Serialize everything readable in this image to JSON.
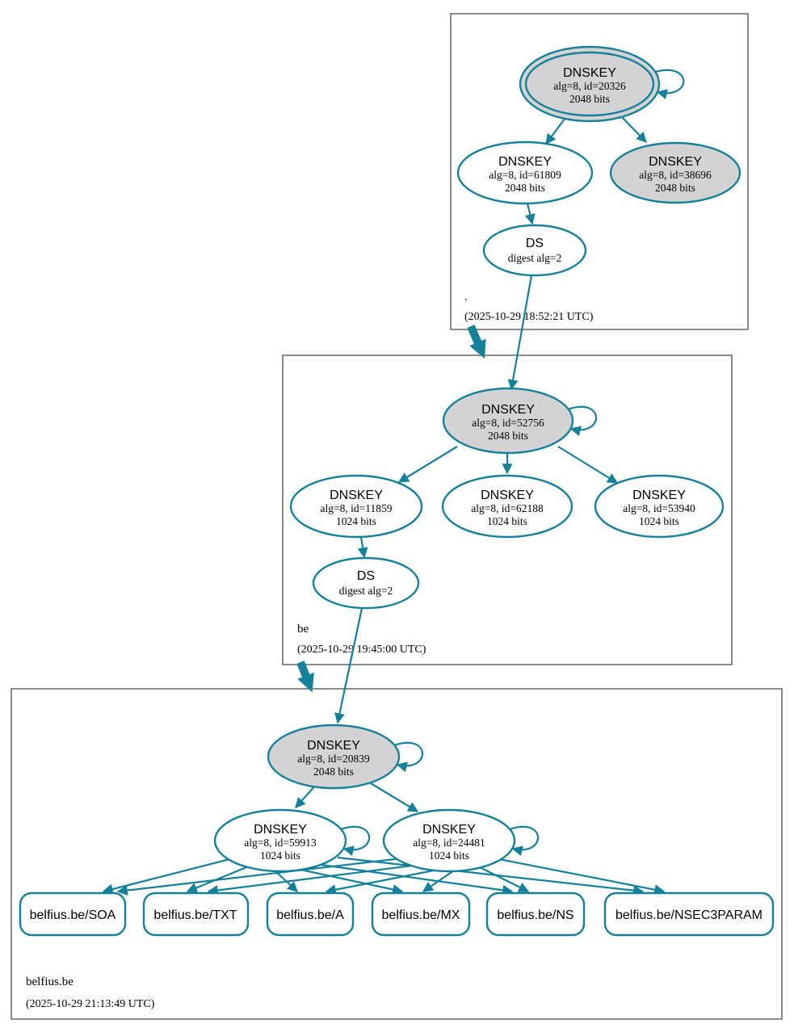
{
  "colors": {
    "edge": "#15809a",
    "ksk_fill": "#d3d3d3",
    "node_fill": "#ffffff",
    "box_border": "#404040",
    "text": "#000000"
  },
  "zones": {
    "root": {
      "label": ".",
      "timestamp": "(2025-10-29 18:52:21 UTC)"
    },
    "be": {
      "label": "be",
      "timestamp": "(2025-10-29 19:45:00 UTC)"
    },
    "belfius": {
      "label": "belfius.be",
      "timestamp": "(2025-10-29 21:13:49 UTC)"
    }
  },
  "nodes": {
    "root_ksk": {
      "title": "DNSKEY",
      "detail": "alg=8, id=20326",
      "bits": "2048 bits"
    },
    "root_zsk": {
      "title": "DNSKEY",
      "detail": "alg=8, id=61809",
      "bits": "2048 bits"
    },
    "root_standby": {
      "title": "DNSKEY",
      "detail": "alg=8, id=38696",
      "bits": "2048 bits"
    },
    "root_ds": {
      "title": "DS",
      "detail": "digest alg=2"
    },
    "be_ksk": {
      "title": "DNSKEY",
      "detail": "alg=8, id=52756",
      "bits": "2048 bits"
    },
    "be_zsk_11859": {
      "title": "DNSKEY",
      "detail": "alg=8, id=11859",
      "bits": "1024 bits"
    },
    "be_zsk_62188": {
      "title": "DNSKEY",
      "detail": "alg=8, id=62188",
      "bits": "1024 bits"
    },
    "be_zsk_53940": {
      "title": "DNSKEY",
      "detail": "alg=8, id=53940",
      "bits": "1024 bits"
    },
    "be_ds": {
      "title": "DS",
      "detail": "digest alg=2"
    },
    "belfius_ksk": {
      "title": "DNSKEY",
      "detail": "alg=8, id=20839",
      "bits": "2048 bits"
    },
    "belfius_zsk_59913": {
      "title": "DNSKEY",
      "detail": "alg=8, id=59913",
      "bits": "1024 bits"
    },
    "belfius_zsk_24481": {
      "title": "DNSKEY",
      "detail": "alg=8, id=24481",
      "bits": "1024 bits"
    }
  },
  "records": [
    {
      "label": "belfius.be/SOA"
    },
    {
      "label": "belfius.be/TXT"
    },
    {
      "label": "belfius.be/A"
    },
    {
      "label": "belfius.be/MX"
    },
    {
      "label": "belfius.be/NS"
    },
    {
      "label": "belfius.be/NSEC3PARAM"
    }
  ],
  "edges": [
    {
      "from": "dnskey-20326",
      "to": "dnskey-20326",
      "type": "self-sign"
    },
    {
      "from": "dnskey-20326",
      "to": "dnskey-61809",
      "type": "sign"
    },
    {
      "from": "dnskey-20326",
      "to": "dnskey-38696",
      "type": "sign"
    },
    {
      "from": "dnskey-61809",
      "to": "ds-be",
      "type": "sign"
    },
    {
      "from": "ds-be",
      "to": "dnskey-52756",
      "type": "delegation"
    },
    {
      "from": "dnskey-52756",
      "to": "dnskey-52756",
      "type": "self-sign"
    },
    {
      "from": "dnskey-52756",
      "to": "dnskey-11859",
      "type": "sign"
    },
    {
      "from": "dnskey-52756",
      "to": "dnskey-62188",
      "type": "sign"
    },
    {
      "from": "dnskey-52756",
      "to": "dnskey-53940",
      "type": "sign"
    },
    {
      "from": "dnskey-11859",
      "to": "ds-belfius.be",
      "type": "sign"
    },
    {
      "from": "ds-belfius.be",
      "to": "dnskey-20839",
      "type": "delegation"
    },
    {
      "from": "dnskey-20839",
      "to": "dnskey-20839",
      "type": "self-sign"
    },
    {
      "from": "dnskey-20839",
      "to": "dnskey-59913",
      "type": "sign"
    },
    {
      "from": "dnskey-20839",
      "to": "dnskey-24481",
      "type": "sign"
    },
    {
      "from": "dnskey-59913",
      "to": "dnskey-59913",
      "type": "self-sign"
    },
    {
      "from": "dnskey-24481",
      "to": "dnskey-24481",
      "type": "self-sign"
    },
    {
      "from": "dnskey-59913",
      "to": "belfius.be/SOA,TXT,A,MX,NS,NSEC3PARAM",
      "type": "sign"
    },
    {
      "from": "dnskey-24481",
      "to": "belfius.be/SOA,TXT,A,MX,NS,NSEC3PARAM",
      "type": "sign"
    }
  ]
}
